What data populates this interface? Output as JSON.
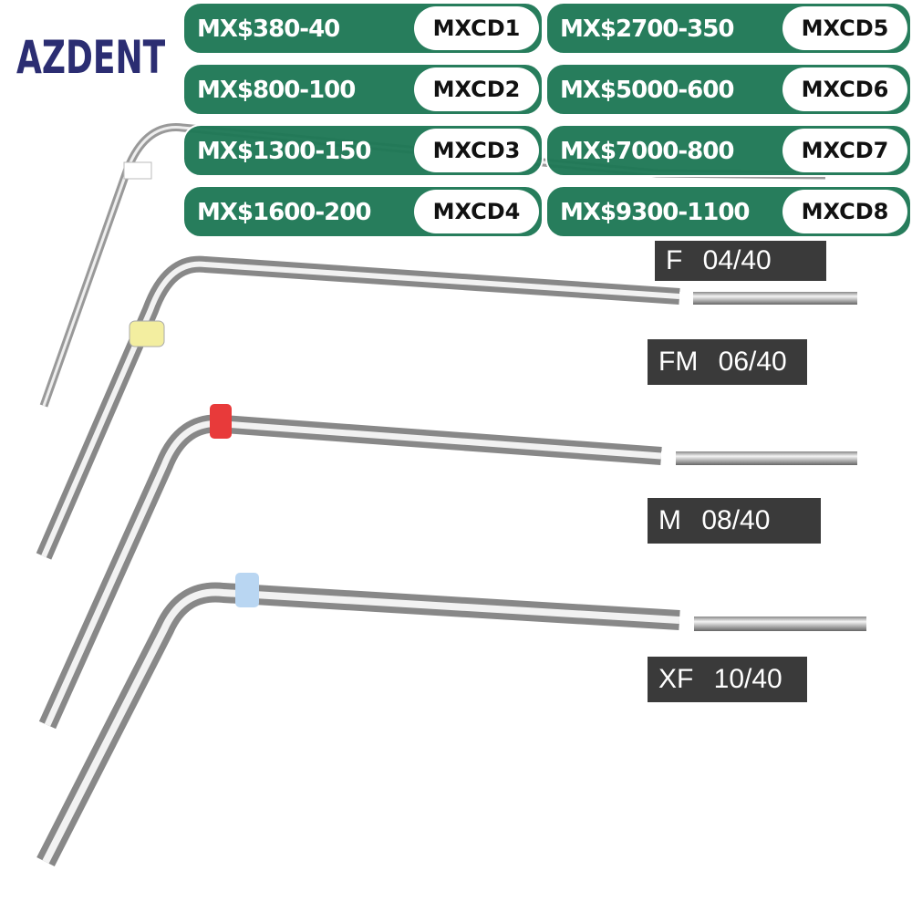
{
  "brand": "AZDENT",
  "prices": [
    {
      "price": "MX$380-40",
      "code": "MXCD1"
    },
    {
      "price": "MX$800-100",
      "code": "MXCD2"
    },
    {
      "price": "MX$1300-150",
      "code": "MXCD3"
    },
    {
      "price": "MX$1600-200",
      "code": "MXCD4"
    },
    {
      "price": "MX$2700-350",
      "code": "MXCD5"
    },
    {
      "price": "MX$5000-600",
      "code": "MXCD6"
    },
    {
      "price": "MX$7000-800",
      "code": "MXCD7"
    },
    {
      "price": "MX$9300-1100",
      "code": "MXCD8"
    }
  ],
  "labels": {
    "f": "F 04/40",
    "fm": "FM 06/40",
    "m": "M 08/40",
    "xf": "XF 10/40"
  },
  "colors": {
    "green": "#1e7855",
    "ring_f": "#ffffff",
    "ring_fm": "#f3eea0",
    "ring_m": "#e83a3a",
    "ring_xf": "#b9d6f2"
  }
}
